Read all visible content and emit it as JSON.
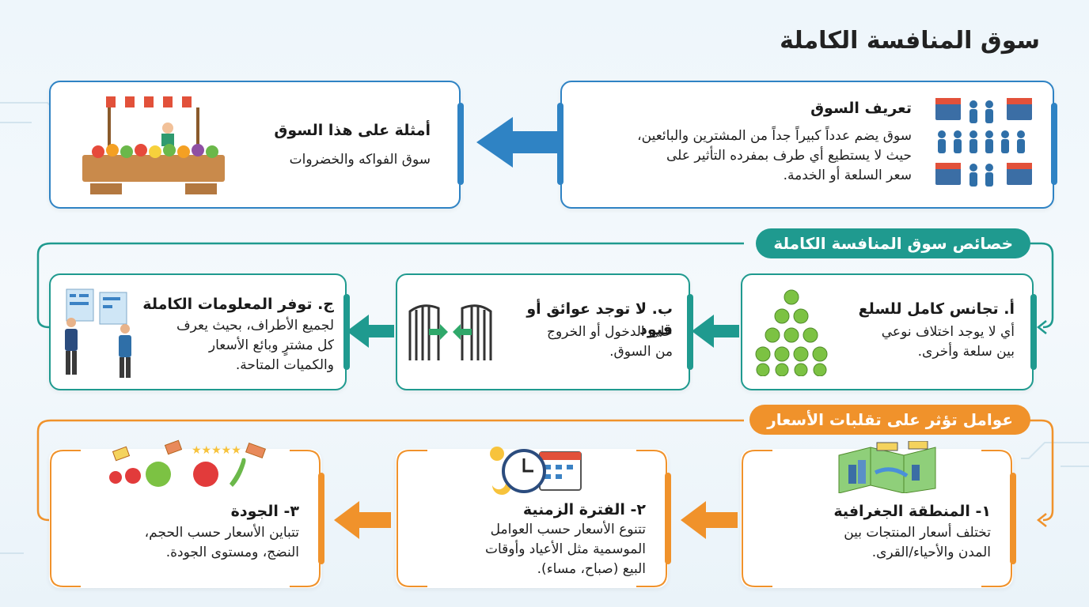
{
  "title": "سوق المنافسة الكاملة",
  "top": {
    "definition": {
      "heading": "تعريف السوق",
      "body_lines": [
        "سوق يضم عدداً كبيراً جداً من المشترين والبائعين،",
        "حيث لا يستطيع أي طرف بمفرده التأثير على",
        "سعر السلعة أو الخدمة."
      ]
    },
    "examples": {
      "heading": "أمثلة على هذا السوق",
      "body": "سوق الفواكه والخضروات"
    }
  },
  "characteristics": {
    "pill": "خصائص سوق المنافسة الكاملة",
    "items": [
      {
        "heading": "أ. تجانس كامل للسلع",
        "body_lines": [
          "أي لا يوجد اختلاف نوعي",
          "بين سلعة وأخرى."
        ]
      },
      {
        "heading": "ب. لا توجد عوائق أو قيود",
        "body_lines": [
          "على الدخول أو الخروج",
          "من السوق."
        ]
      },
      {
        "heading": "ج. توفر المعلومات الكاملة",
        "body_lines": [
          "لجميع الأطراف، بحيث يعرف",
          "كل مشترٍ وبائع الأسعار",
          "والكميات المتاحة."
        ]
      }
    ]
  },
  "factors": {
    "pill": "عوامل تؤثر على تقلبات الأسعار",
    "items": [
      {
        "heading": "١- المنطقة الجغرافية",
        "body_lines": [
          "تختلف أسعار المنتجات بين",
          "المدن والأحياء/القرى."
        ]
      },
      {
        "heading": "٢- الفترة الزمنية",
        "body_lines": [
          "تتنوع الأسعار حسب العوامل",
          "الموسمية مثل الأعياد وأوقات",
          "البيع (صباح، مساء)."
        ]
      },
      {
        "heading": "٣- الجودة",
        "body_lines": [
          "تتباين الأسعار حسب الحجم،",
          "النضج، ومستوى الجودة."
        ]
      }
    ]
  },
  "colors": {
    "blue": "#2f83c4",
    "teal": "#1f9a8f",
    "orange": "#f0922b"
  }
}
